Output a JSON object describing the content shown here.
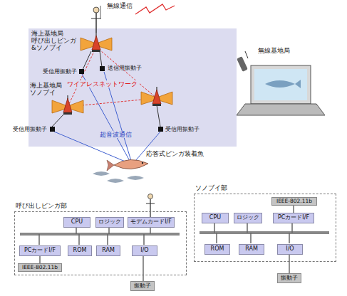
{
  "diagram": {
    "nodes": [
      {
        "text": [
          "呼び出しピンガ部"
        ]
      },
      {
        "text": [
          "CPU"
        ],
        "in": 0
      },
      {
        "text": [
          "ロジック"
        ],
        "in": 0
      },
      {
        "text": [
          "モデムカードI/F"
        ],
        "in": 0
      },
      {
        "text": [
          "PCカードI/F"
        ],
        "in": 0
      },
      {
        "text": [
          "ROM"
        ],
        "in": 0
      },
      {
        "text": [
          "RAM"
        ],
        "in": 0
      },
      {
        "text": [
          "I/O"
        ],
        "in": 0
      },
      {
        "text": [
          "IEEE-802.11b"
        ],
        "in": 0
      },
      {
        "text": [
          "振動子"
        ]
      },
      {
        "text": [
          "ソノブイ部"
        ]
      },
      {
        "text": [
          "IEEE-802.11b"
        ],
        "in": 10
      },
      {
        "text": [
          "CPU"
        ],
        "in": 10
      },
      {
        "text": [
          "ロジック"
        ],
        "in": 10
      },
      {
        "text": [
          "PCカードI/F"
        ],
        "in": 10
      },
      {
        "text": [
          "ROM"
        ],
        "in": 10
      },
      {
        "text": [
          "RAM"
        ],
        "in": 10
      },
      {
        "text": [
          "I/O"
        ],
        "in": 10
      },
      {
        "text": [
          "振動子"
        ]
      }
    ],
    "edges": [
      {
        "from": 4,
        "to": 8,
        "arrow": "none"
      },
      {
        "from": 7,
        "to": 9,
        "arrow": "none"
      },
      {
        "from": 14,
        "to": 11,
        "arrow": "none"
      },
      {
        "from": 17,
        "to": 18,
        "arrow": "none"
      }
    ],
    "labels": [
      "無線通信",
      "海上基地局 呼び出しピンガ &ソノブイ",
      "受信用振動子",
      "送信用振動子",
      "ワイアレスネットワーク",
      "海上基地局 ソノブイ",
      "受信用振動子",
      "受信用振動子",
      "超音波通信",
      "応答式ピンガ装着魚",
      "無線基地局"
    ]
  }
}
